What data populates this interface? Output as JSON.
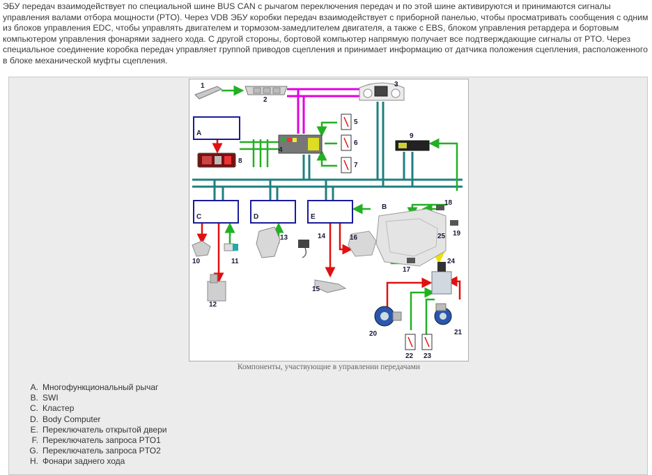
{
  "intro_text": "ЭБУ передач взаимодействует по специальной шине BUS CAN с рычагом переключения передач и по этой шине активируются и принимаются сигналы управления валами отбора мощности (PTO). Через VDB ЭБУ коробки передач взаимодействует с приборной панелью, чтобы просматривать сообщения с одним из блоков управления EDC, чтобы управлять двигателем и тормозом-замедлителем двигателя, а также с EBS, блоком управления ретардера и бортовым компьютером управления фонарями заднего хода. С другой стороны, бортовой компьютер напрямую получает все подтверждающие сигналы от PTO. Через специальное соединение коробка передач управляет группой приводов сцепления и принимает информацию от датчика положения сцепления, расположенного в блоке механической муфты сцепления.",
  "figure": {
    "caption": "Компоненты, участвующие в управлении передачами",
    "component_numbers": [
      "1",
      "2",
      "3",
      "4",
      "5",
      "6",
      "7",
      "8",
      "9",
      "10",
      "11",
      "12",
      "13",
      "14",
      "15",
      "16",
      "17",
      "18",
      "19",
      "20",
      "21",
      "22",
      "23",
      "24",
      "25"
    ],
    "block_letters": [
      "A",
      "B",
      "C",
      "D",
      "E"
    ],
    "colors": {
      "bus": "#1f7f7f",
      "can": "#e000e0",
      "green": "#22b022",
      "red": "#e01010",
      "yellow": "#f0e000",
      "block_border": "#1a1a9a"
    }
  },
  "legend": [
    {
      "letter": "A.",
      "text": "Многофункциональный рычаг"
    },
    {
      "letter": "B.",
      "text": "SWI"
    },
    {
      "letter": "C.",
      "text": "Кластер"
    },
    {
      "letter": "D.",
      "text": "Body Computer"
    },
    {
      "letter": "E.",
      "text": "Переключатель открытой двери"
    },
    {
      "letter": "F.",
      "text": "Переключатель запроса PTO1"
    },
    {
      "letter": "G.",
      "text": "Переключатель запроса PTO2"
    },
    {
      "letter": "H.",
      "text": "Фонари заднего хода"
    }
  ]
}
